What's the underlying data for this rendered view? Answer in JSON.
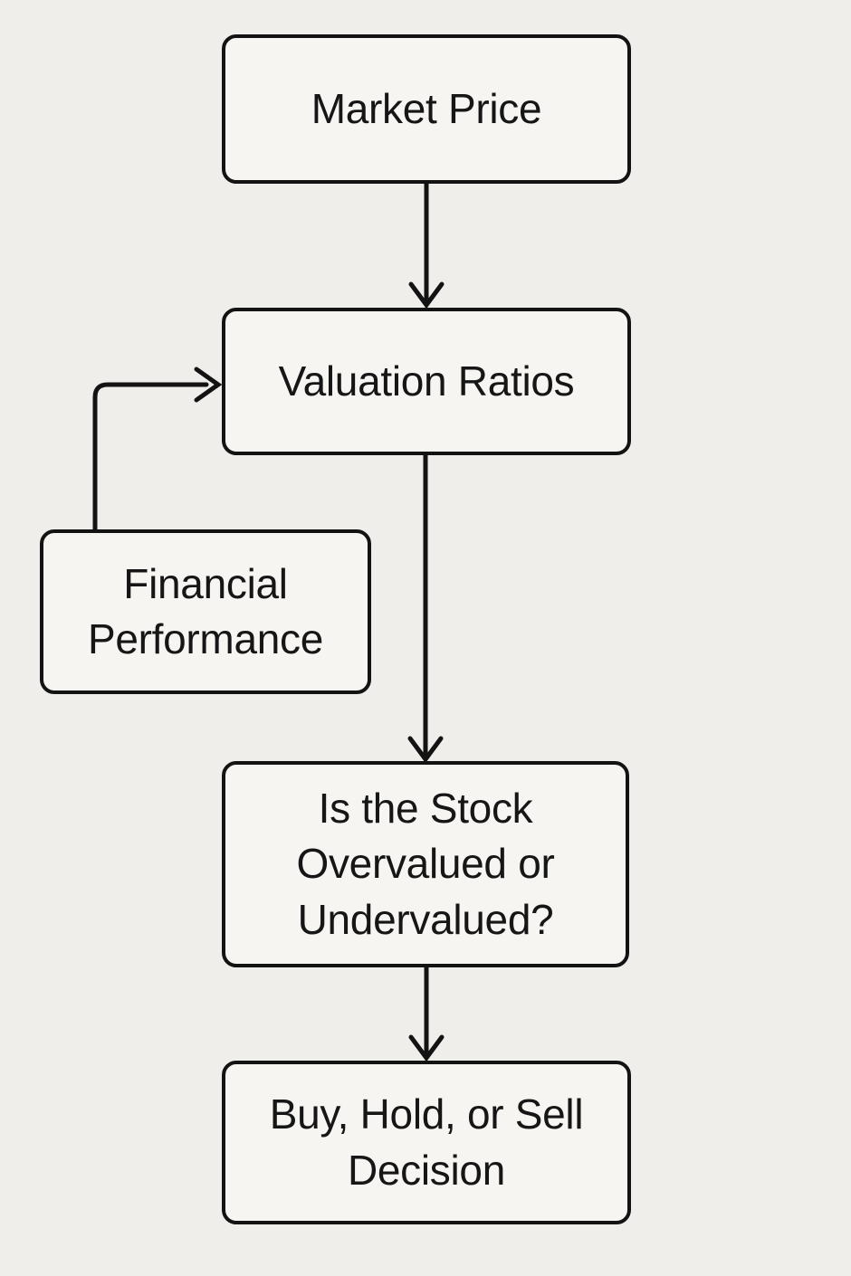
{
  "diagram": {
    "type": "flowchart",
    "nodes": [
      {
        "id": "market-price",
        "label": "Market Price"
      },
      {
        "id": "valuation-ratios",
        "label": "Valuation Ratios"
      },
      {
        "id": "financial-performance",
        "label": "Financial Performance"
      },
      {
        "id": "overvalued-question",
        "label": "Is the Stock Overvalued or Undervalued?"
      },
      {
        "id": "buy-hold-sell",
        "label": "Buy, Hold, or Sell Decision"
      }
    ],
    "edges": [
      {
        "from": "market-price",
        "to": "valuation-ratios"
      },
      {
        "from": "financial-performance",
        "to": "valuation-ratios"
      },
      {
        "from": "valuation-ratios",
        "to": "overvalued-question"
      },
      {
        "from": "overvalued-question",
        "to": "buy-hold-sell"
      }
    ]
  },
  "colors": {
    "background": "#f0eeea",
    "node_fill": "#f7f5f2",
    "stroke": "#131313",
    "text": "#161616"
  }
}
